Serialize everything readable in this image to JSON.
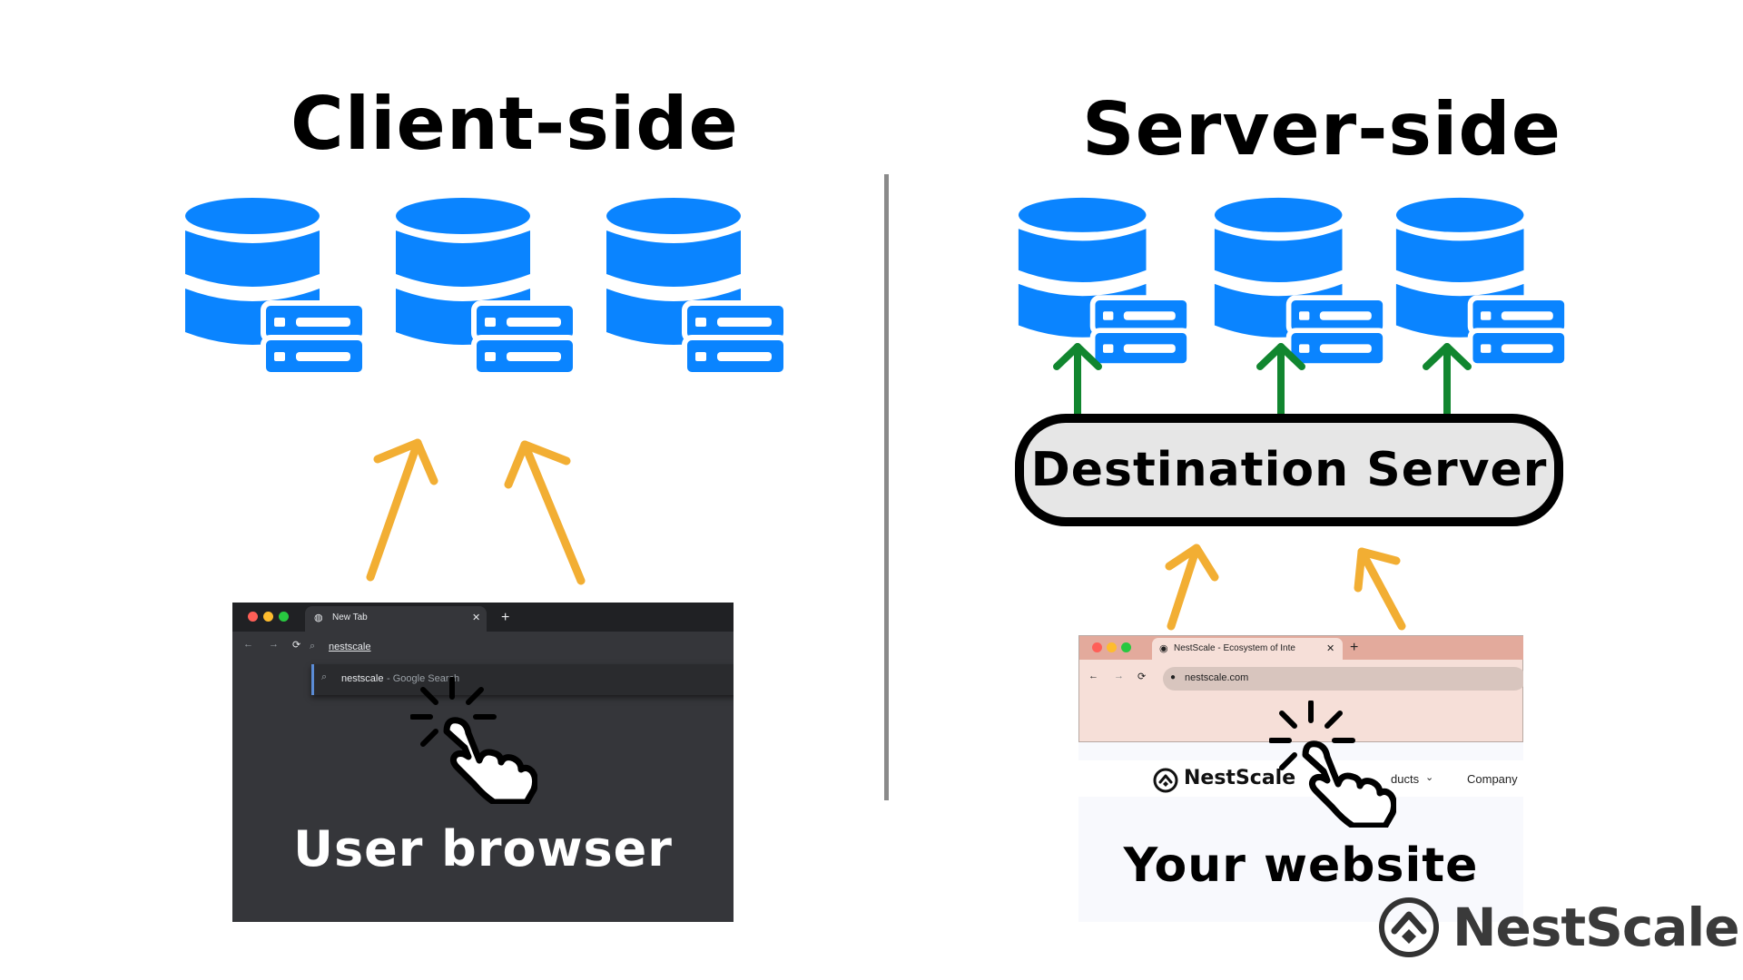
{
  "titles": {
    "client": "Client-side",
    "server": "Server-side"
  },
  "destination_server": "Destination Server",
  "user_browser": {
    "label": "User browser",
    "tab_title": "New Tab",
    "search_text": "nestscale",
    "suggestion_query": "nestscale",
    "suggestion_rest": " - Google Search"
  },
  "your_website": {
    "label": "Your website",
    "tab_title": "NestScale - Ecosystem of Inte",
    "url": "nestscale.com",
    "logo_text": "NestScale",
    "nav_products": "ducts",
    "nav_company": "Company"
  },
  "brand": {
    "name": "NestScale"
  },
  "colors": {
    "database_blue": "#0a84ff",
    "arrow_orange": "#f2ae33",
    "arrow_green": "#11862f",
    "divider": "#8a8a8a"
  },
  "icons": [
    "database-server-icon",
    "cursor-hand-icon",
    "nestscale-logo-icon"
  ]
}
